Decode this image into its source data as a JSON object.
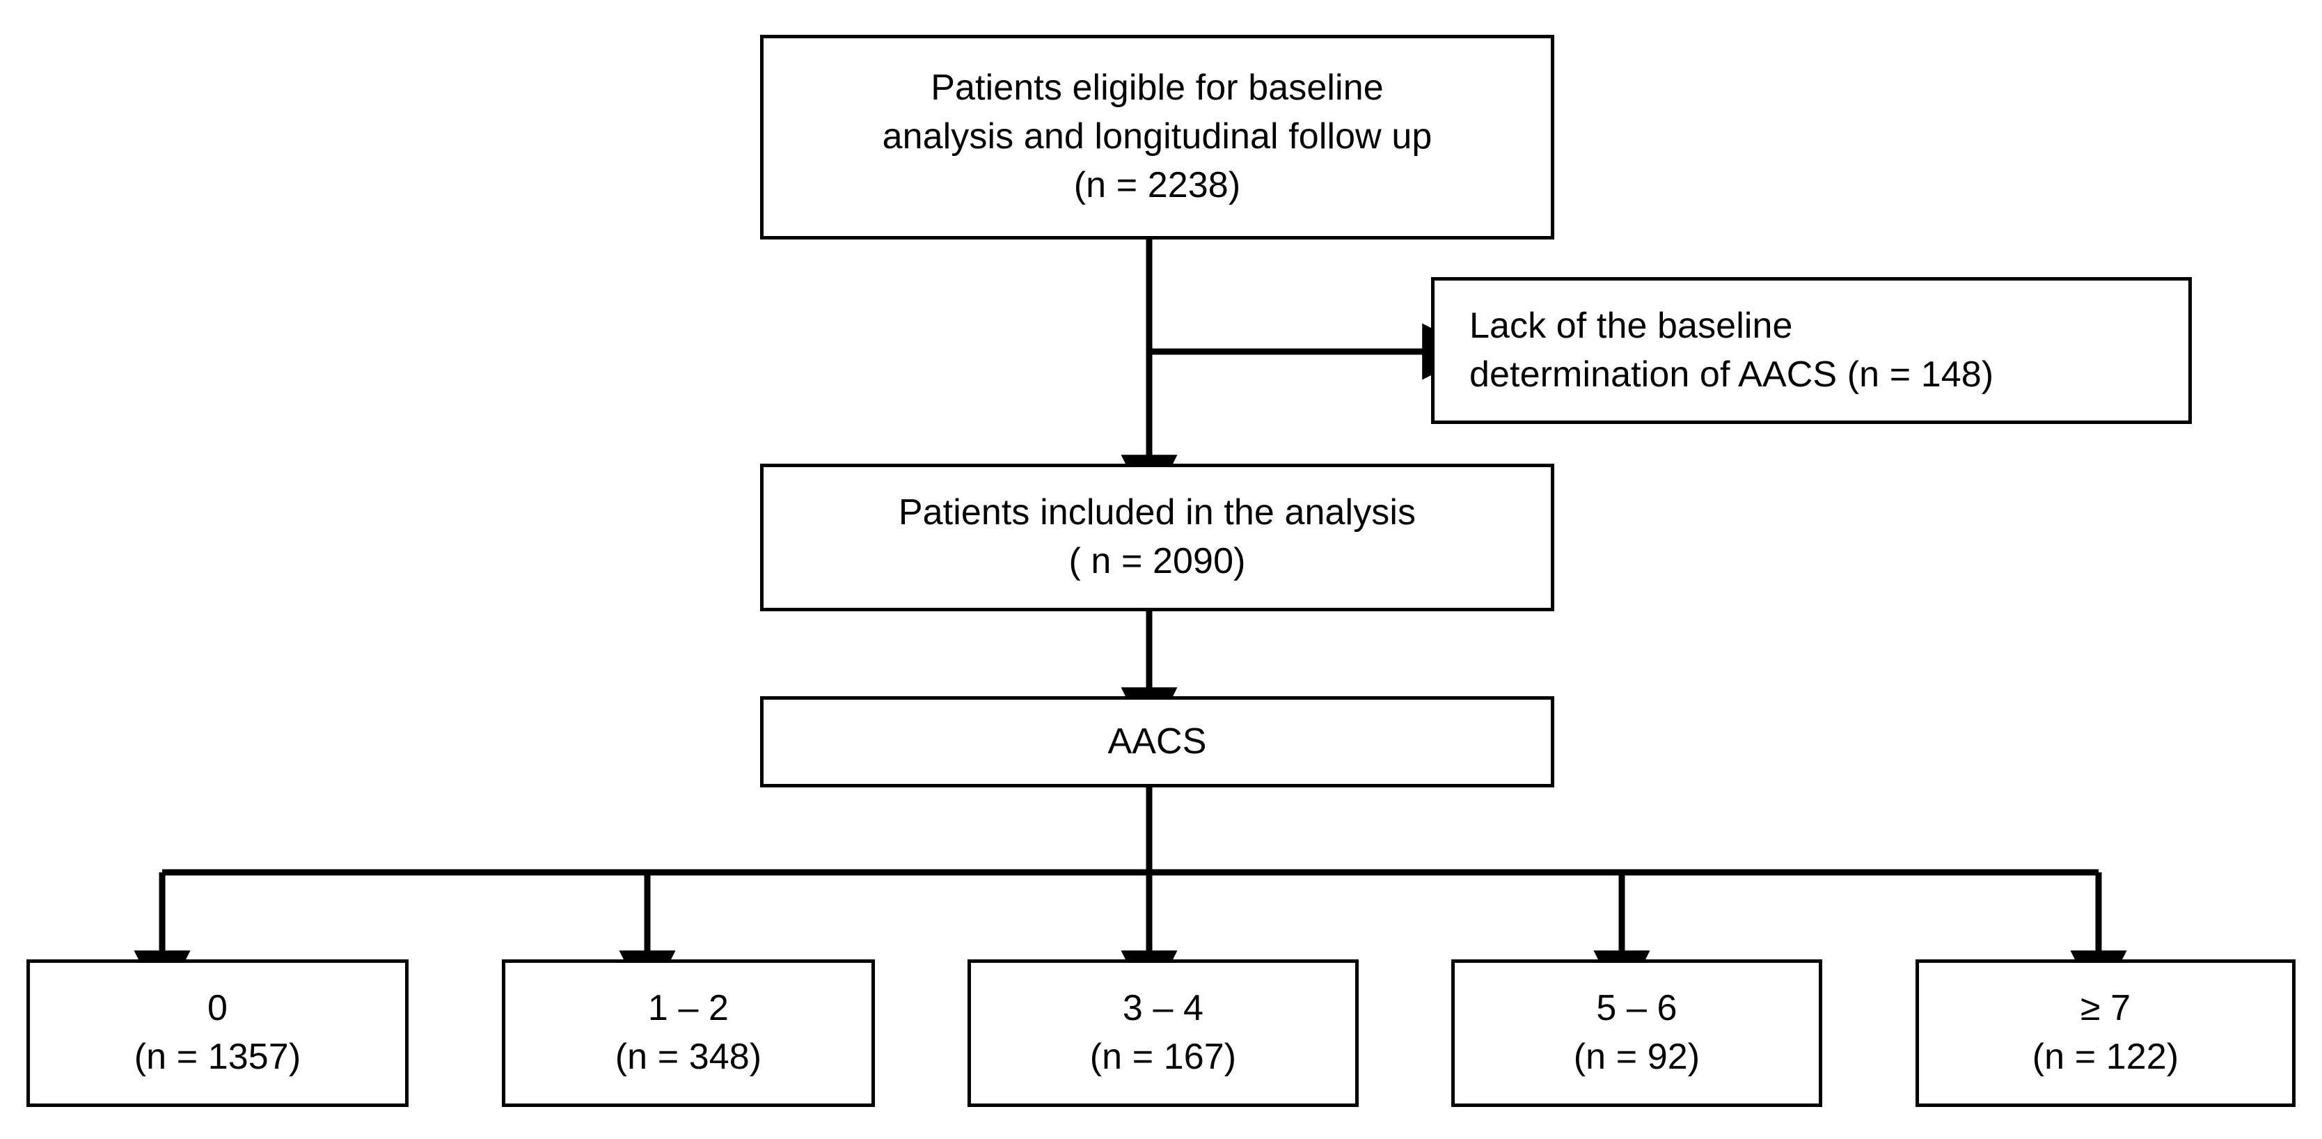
{
  "chart_data": {
    "type": "diagram",
    "title": "Patient flow (CONSORT-style) diagram",
    "diagram_kind": "flowchart",
    "nodes": [
      {
        "id": "eligible",
        "role": "enrollment",
        "lines": [
          "Patients eligible for baseline",
          "analysis and longitudinal follow up",
          "(n = 2238)"
        ],
        "n": 2238
      },
      {
        "id": "excluded",
        "role": "exclusion",
        "lines": [
          "Lack of the baseline",
          "determination of AACS (n = 148)"
        ],
        "n": 148
      },
      {
        "id": "included",
        "role": "analysis",
        "lines": [
          "Patients included in the analysis",
          "( n = 2090)"
        ],
        "n": 2090
      },
      {
        "id": "aacs",
        "role": "stratification-variable",
        "lines": [
          "AACS"
        ]
      }
    ],
    "groups": [
      {
        "id": "group-0",
        "label": "0",
        "count_label": "(n = 1357)",
        "n": 1357
      },
      {
        "id": "group-1",
        "label": "1 – 2",
        "count_label": "(n = 348)",
        "n": 348
      },
      {
        "id": "group-2",
        "label": "3 – 4",
        "count_label": "(n = 167)",
        "n": 167
      },
      {
        "id": "group-3",
        "label": "5 – 6",
        "count_label": "(n = 92)",
        "n": 92
      },
      {
        "id": "group-4",
        "label": "≥ 7",
        "count_label": "(n = 122)",
        "n": 122
      }
    ],
    "edges": [
      {
        "from": "eligible",
        "to": "excluded",
        "direction": "right"
      },
      {
        "from": "eligible",
        "to": "included",
        "direction": "down"
      },
      {
        "from": "included",
        "to": "aacs",
        "direction": "down"
      },
      {
        "from": "aacs",
        "to": "group-0",
        "direction": "down"
      },
      {
        "from": "aacs",
        "to": "group-1",
        "direction": "down"
      },
      {
        "from": "aacs",
        "to": "group-2",
        "direction": "down"
      },
      {
        "from": "aacs",
        "to": "group-3",
        "direction": "down"
      },
      {
        "from": "aacs",
        "to": "group-4",
        "direction": "down"
      }
    ],
    "colors": {
      "stroke": "#000000",
      "fill": "#ffffff",
      "text": "#000000"
    }
  },
  "nodes": {
    "eligible": {
      "line1": "Patients eligible for baseline",
      "line2": "analysis and longitudinal follow up",
      "line3": "(n = 2238)"
    },
    "excluded": {
      "line1": "Lack of the baseline",
      "line2": "determination of AACS (n = 148)"
    },
    "included": {
      "line1": "Patients included in the analysis",
      "line2": "( n = 2090)"
    },
    "aacs": {
      "line1": "AACS"
    }
  },
  "groups": [
    {
      "label": "0",
      "count": "(n = 1357)"
    },
    {
      "label": "1 – 2",
      "count": "(n = 348)"
    },
    {
      "label": "3 – 4",
      "count": "(n = 167)"
    },
    {
      "label": "5 – 6",
      "count": "(n = 92)"
    },
    {
      "label": "≥ 7",
      "count": "(n = 122)"
    }
  ]
}
